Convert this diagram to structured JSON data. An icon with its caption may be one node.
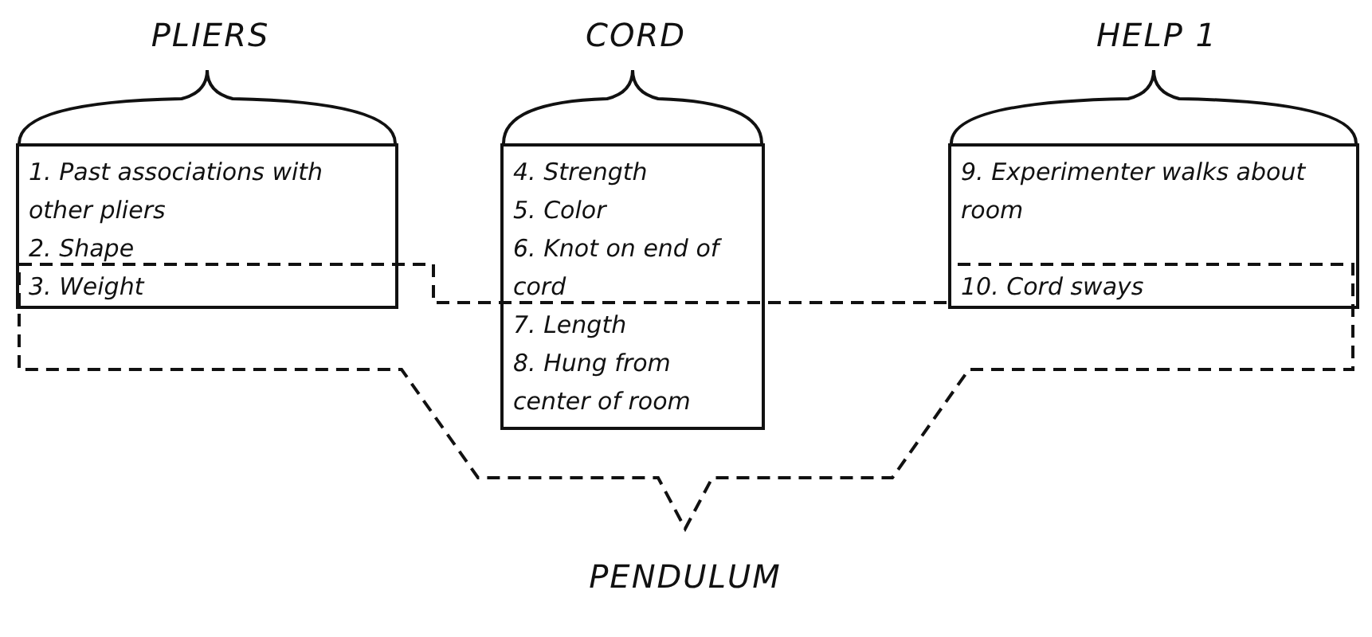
{
  "diagram": {
    "nodes": [
      {
        "text": [
          "PLIERS",
          "1. Past associations with other pliers",
          "2. Shape",
          "3. Weight"
        ]
      },
      {
        "text": [
          "CORD",
          "4. Strength",
          "5. Color",
          "6. Knot on end of cord",
          "7. Length",
          "8. Hung from center of room"
        ]
      },
      {
        "text": [
          "HELP 1",
          "9. Experimenter walks about room",
          "10. Cord sways"
        ]
      },
      {
        "text": [
          "PENDULUM"
        ]
      }
    ]
  }
}
